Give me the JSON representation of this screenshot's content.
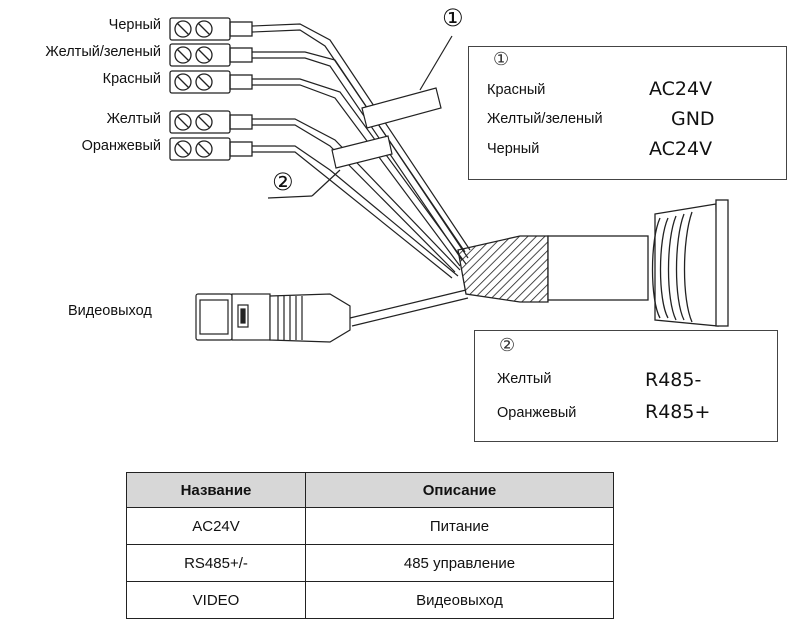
{
  "wire_labels": {
    "black": "Черный",
    "yellow_green": "Желтый/зеленый",
    "red": "Красный",
    "yellow": "Желтый",
    "orange": "Оранжевый",
    "video_out": "Видеовыход"
  },
  "callouts": {
    "one": "①",
    "two": "②"
  },
  "box1": {
    "marker": "①",
    "rows": [
      {
        "label": "Красный",
        "code": "AC24V"
      },
      {
        "label": "Желтый/зеленый",
        "code": "GND"
      },
      {
        "label": "Черный",
        "code": "AC24V"
      }
    ]
  },
  "box2": {
    "marker": "②",
    "rows": [
      {
        "label": "Желтый",
        "code": "R485-"
      },
      {
        "label": "Оранжевый",
        "code": "R485+"
      }
    ]
  },
  "table": {
    "headers": [
      "Название",
      "Описание"
    ],
    "rows": [
      [
        "AC24V",
        "Питание"
      ],
      [
        "RS485+/-",
        "485 управление"
      ],
      [
        "VIDEO",
        "Видеовыход"
      ]
    ]
  }
}
